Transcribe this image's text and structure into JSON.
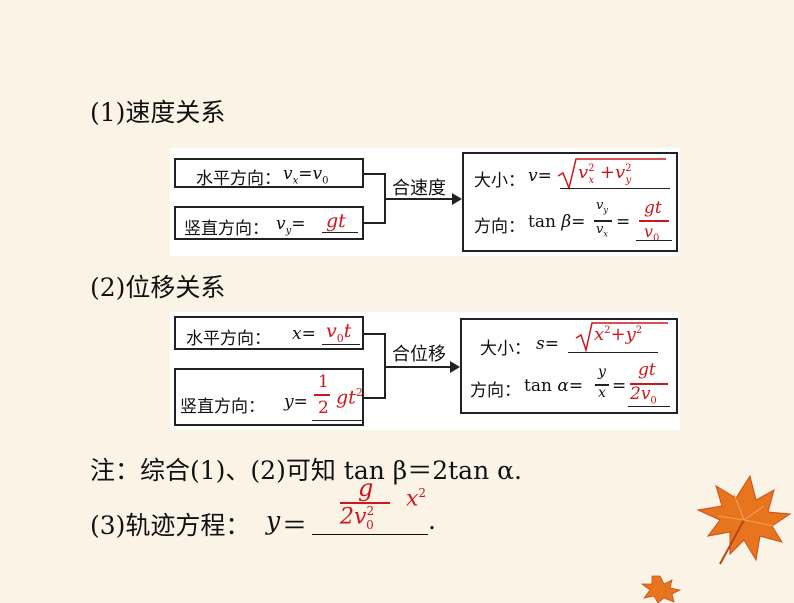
{
  "section1": {
    "heading": "(1)速度关系",
    "horizontal": {
      "label": "水平方向：",
      "var": "v",
      "sub": "x",
      "eq": "=",
      "rhs": "v",
      "rhs_sub": "0"
    },
    "vertical": {
      "label": "竖直方向：",
      "var": "v",
      "sub": "y",
      "eq": "=",
      "answer": "gt"
    },
    "combine_label": "合速度",
    "magnitude": {
      "label": "大小：",
      "var": "v",
      "eq": "=",
      "answer_a": "v",
      "answer_a_sub": "x",
      "plus": "+",
      "answer_b": "v",
      "answer_b_sub": "y",
      "exp": "2"
    },
    "direction": {
      "label": "方向：",
      "func": "tan",
      "angle": "β",
      "eq": "=",
      "num": "v",
      "num_sub": "y",
      "den": "v",
      "den_sub": "x",
      "eq2": "=",
      "answer_num": "gt",
      "answer_den": "v",
      "answer_den_sub": "0"
    }
  },
  "section2": {
    "heading": "(2)位移关系",
    "horizontal": {
      "label": "水平方向：",
      "var": "x",
      "eq": "=",
      "answer": "v",
      "answer_sub": "0",
      "answer_tail": "t"
    },
    "vertical": {
      "label": "竖直方向：",
      "var": "y",
      "eq": "=",
      "frac_num": "1",
      "frac_den": "2",
      "answer_tail": "gt",
      "exp": "2"
    },
    "combine_label": "合位移",
    "magnitude": {
      "label": "大小：",
      "var": "s",
      "eq": "=",
      "answer_x": "x",
      "plus": "+",
      "answer_y": "y",
      "exp": "2"
    },
    "direction": {
      "label": "方向：",
      "func": "tan",
      "angle": "α",
      "eq": "=",
      "num": "y",
      "den": "x",
      "eq2": "=",
      "answer_num": "gt",
      "answer_den": "2v",
      "answer_den_sub": "0"
    }
  },
  "note": "注：综合(1)、(2)可知 tan β＝2tan α.",
  "section3": {
    "heading_prefix": "(3)轨迹方程：",
    "var": "y",
    "eq": "＝",
    "frac_num": "g",
    "frac_den": "2v",
    "frac_den_sub": "0",
    "exp_den": "2",
    "tail": "x",
    "tail_exp": "2",
    "period": "."
  },
  "colors": {
    "answer": "#d0161b",
    "background": "#faf3e6",
    "leaf_orange": "#e8741e"
  },
  "decorations": {
    "leaf_large": "maple-leaf-icon",
    "leaf_small": "maple-leaf-icon"
  }
}
